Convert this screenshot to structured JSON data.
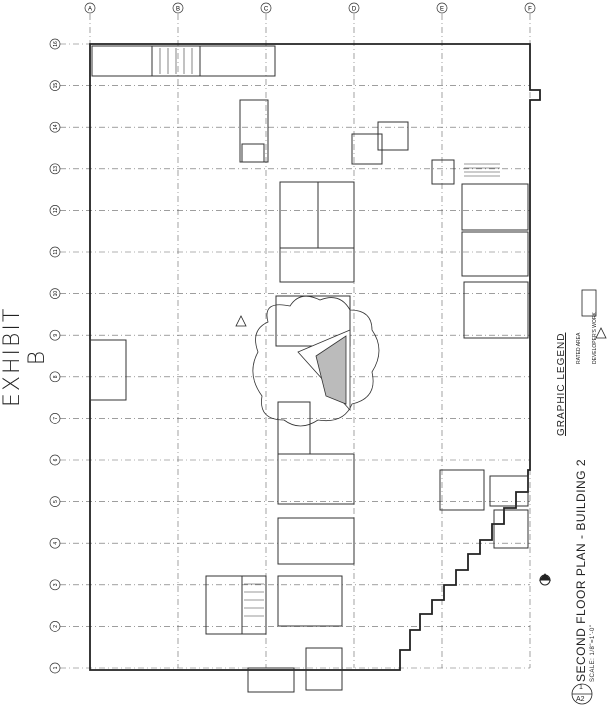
{
  "exhibit_title": "EXHIBIT B",
  "plan": {
    "title": "SECOND FLOOR PLAN - BUILDING 2",
    "scale": "SCALE: 1/8\"=1'-0\"",
    "sheet_number": "1",
    "sheet_ref": "A2"
  },
  "legend": {
    "title": "GRAPHIC LEGEND",
    "items": [
      "RATED AREA",
      "DEVELOPER'S WORK"
    ]
  },
  "grid_labels": {
    "top": [
      "A",
      "B",
      "C",
      "D",
      "E",
      "F"
    ],
    "left": [
      "16",
      "15",
      "14",
      "13",
      "12",
      "11",
      "10",
      "9",
      "8",
      "7",
      "6",
      "5",
      "4",
      "3",
      "2",
      "1"
    ]
  },
  "colors": {
    "ink": "#222222",
    "paper": "#ffffff"
  }
}
